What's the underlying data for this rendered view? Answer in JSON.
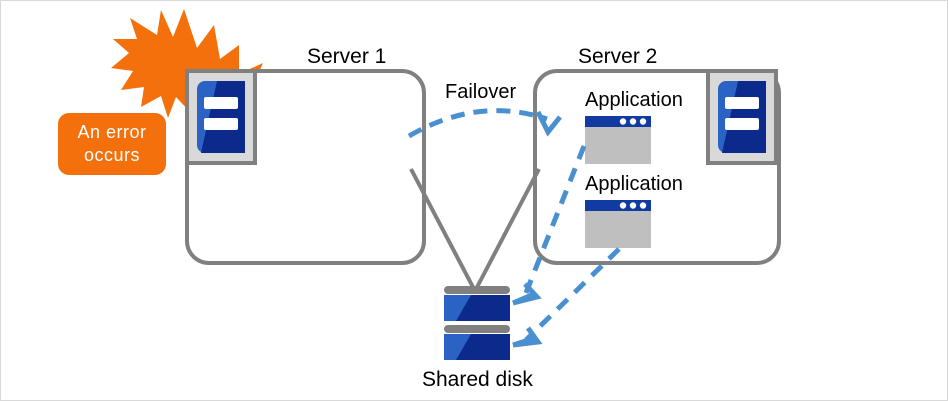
{
  "diagram": {
    "title_text": "",
    "servers": [
      {
        "label": "Server 1",
        "icon": "server-icon",
        "apps": []
      },
      {
        "label": "Server 2",
        "icon": "server-icon",
        "apps": [
          {
            "label": "Application",
            "icon": "app-window-icon"
          },
          {
            "label": "Application",
            "icon": "app-window-icon"
          }
        ]
      }
    ],
    "failover": {
      "label": "Failover",
      "arrow_icon": "dashed-curved-arrow-icon",
      "direction": "server1-to-server2"
    },
    "error_callout": {
      "line1": "An error",
      "line2": "occurs",
      "burst_icon": "explosion-burst-icon"
    },
    "shared_disk": {
      "label": "Shared disk",
      "icon": "disk-stack-icon",
      "units": 2
    },
    "connections": {
      "server_to_disk_icon": "solid-line",
      "app_to_disk_icon": "dashed-arrow-icon",
      "app_to_disk_count": 2
    },
    "colors": {
      "accent_orange": "#F4700C",
      "server_blue": "#2A63C4",
      "server_blue_dark": "#0B2A8C",
      "app_titlebar_blue": "#113BA0",
      "app_body_gray": "#BFBFBF",
      "frame_gray": "#808080",
      "arrow_blue": "#4A90D0",
      "text_black": "#000000"
    }
  }
}
